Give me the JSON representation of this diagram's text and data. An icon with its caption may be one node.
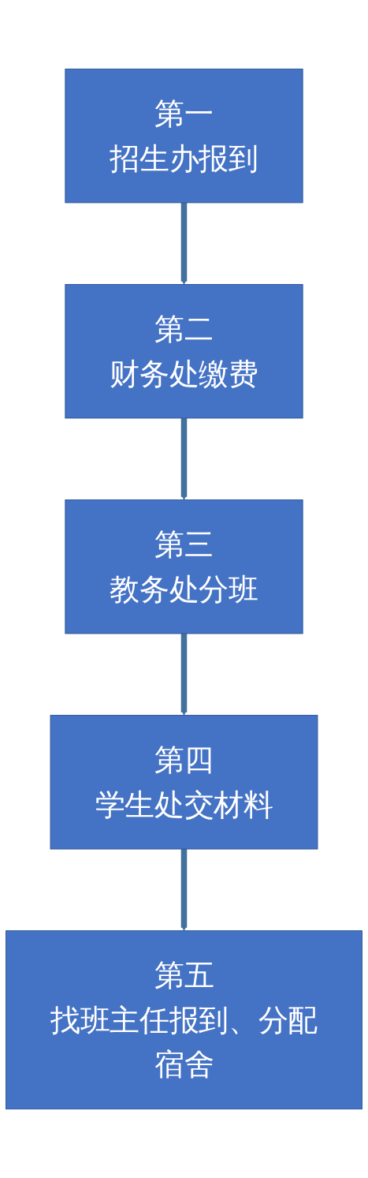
{
  "diagram": {
    "nodes": [
      {
        "text": [
          "第一",
          "招生办报到"
        ]
      },
      {
        "text": [
          "第二",
          "财务处缴费"
        ]
      },
      {
        "text": [
          "第三",
          "教务处分班"
        ]
      },
      {
        "text": [
          "第四",
          "学生处交材料"
        ]
      },
      {
        "text": [
          "第五",
          "找班主任报到、分配宿舍"
        ]
      }
    ],
    "edges": [
      {
        "from": 0,
        "to": 1,
        "arrow": "to"
      },
      {
        "from": 1,
        "to": 2,
        "arrow": "to"
      },
      {
        "from": 2,
        "to": 3,
        "arrow": "to"
      },
      {
        "from": 3,
        "to": 4,
        "arrow": "to"
      }
    ]
  }
}
